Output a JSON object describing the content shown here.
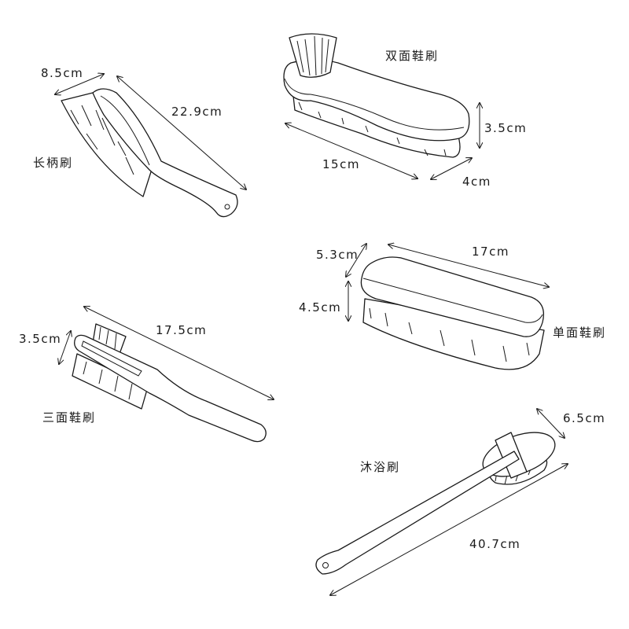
{
  "long_handle_brush": {
    "name": "长柄刷",
    "width": "8.5cm",
    "length": "22.9cm"
  },
  "double_shoe_brush": {
    "name": "双面鞋刷",
    "length": "15cm",
    "width": "4cm",
    "height": "3.5cm"
  },
  "single_shoe_brush": {
    "name": "单面鞋刷",
    "width": "5.3cm",
    "length": "17cm",
    "height": "4.5cm"
  },
  "triple_shoe_brush": {
    "name": "三面鞋刷",
    "width": "3.5cm",
    "length": "17.5cm"
  },
  "bath_brush": {
    "name": "沐浴刷",
    "width": "6.5cm",
    "length": "40.7cm"
  },
  "colors": {
    "line": "#1a1a1a",
    "background": "#ffffff"
  }
}
